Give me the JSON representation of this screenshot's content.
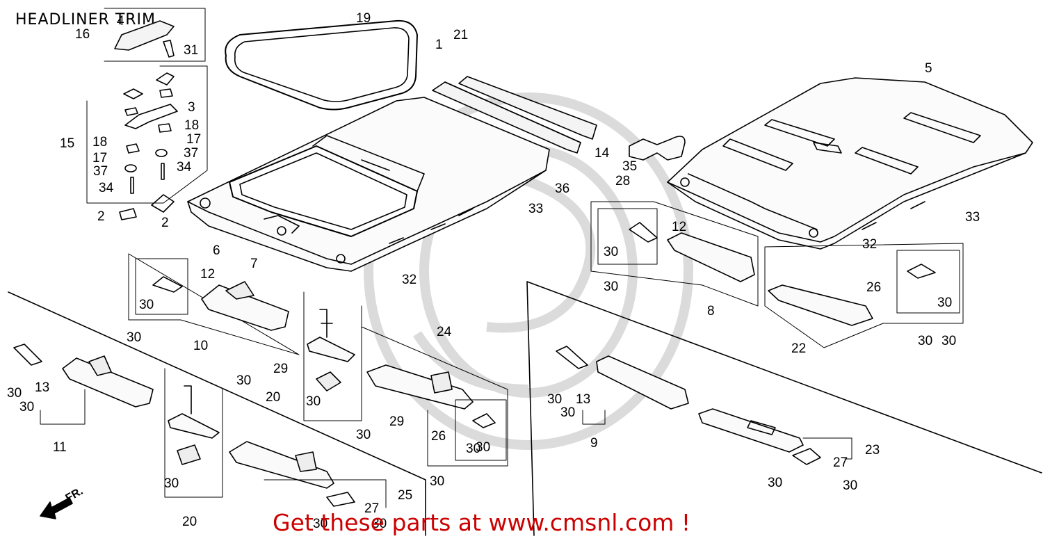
{
  "title": "HEADLINER TRIM",
  "banner": "Get these parts at www.cmsnl.com !",
  "fr_label": "FR.",
  "colors": {
    "ink": "#000000",
    "banner": "#cc0000",
    "watermark": "#c8c8c8"
  },
  "callouts": [
    {
      "id": "c16",
      "text": "16"
    },
    {
      "id": "c4",
      "text": "4"
    },
    {
      "id": "c31",
      "text": "31"
    },
    {
      "id": "c19",
      "text": "19"
    },
    {
      "id": "c1",
      "text": "1"
    },
    {
      "id": "c21",
      "text": "21"
    },
    {
      "id": "c5",
      "text": "5"
    },
    {
      "id": "c3",
      "text": "3"
    },
    {
      "id": "c15",
      "text": "15"
    },
    {
      "id": "c18a",
      "text": "18"
    },
    {
      "id": "c18b",
      "text": "18"
    },
    {
      "id": "c17a",
      "text": "17"
    },
    {
      "id": "c17b",
      "text": "17"
    },
    {
      "id": "c37a",
      "text": "37"
    },
    {
      "id": "c37b",
      "text": "37"
    },
    {
      "id": "c34a",
      "text": "34"
    },
    {
      "id": "c34b",
      "text": "34"
    },
    {
      "id": "c2a",
      "text": "2"
    },
    {
      "id": "c2b",
      "text": "2"
    },
    {
      "id": "c14",
      "text": "14"
    },
    {
      "id": "c35",
      "text": "35"
    },
    {
      "id": "c28",
      "text": "28"
    },
    {
      "id": "c36",
      "text": "36"
    },
    {
      "id": "c33a",
      "text": "33"
    },
    {
      "id": "c33b",
      "text": "33"
    },
    {
      "id": "c6",
      "text": "6"
    },
    {
      "id": "c7",
      "text": "7"
    },
    {
      "id": "c32a",
      "text": "32"
    },
    {
      "id": "c32b",
      "text": "32"
    },
    {
      "id": "c12a",
      "text": "12"
    },
    {
      "id": "c12b",
      "text": "12"
    },
    {
      "id": "c30a",
      "text": "30"
    },
    {
      "id": "c30b",
      "text": "30"
    },
    {
      "id": "c30c",
      "text": "30"
    },
    {
      "id": "c30d",
      "text": "30"
    },
    {
      "id": "c10",
      "text": "10"
    },
    {
      "id": "c29a",
      "text": "29"
    },
    {
      "id": "c30e",
      "text": "30"
    },
    {
      "id": "c30f",
      "text": "30"
    },
    {
      "id": "c13a",
      "text": "13"
    },
    {
      "id": "c30g",
      "text": "30"
    },
    {
      "id": "c11",
      "text": "11"
    },
    {
      "id": "c20a",
      "text": "20"
    },
    {
      "id": "c30h",
      "text": "30"
    },
    {
      "id": "c29b",
      "text": "29"
    },
    {
      "id": "c30i",
      "text": "30"
    },
    {
      "id": "c24",
      "text": "24"
    },
    {
      "id": "c26a",
      "text": "26"
    },
    {
      "id": "c30j",
      "text": "30"
    },
    {
      "id": "c30k",
      "text": "30"
    },
    {
      "id": "c30l",
      "text": "30"
    },
    {
      "id": "c25",
      "text": "25"
    },
    {
      "id": "c27a",
      "text": "27"
    },
    {
      "id": "c20b",
      "text": "20"
    },
    {
      "id": "c30m",
      "text": "30"
    },
    {
      "id": "c8",
      "text": "8"
    },
    {
      "id": "c26b",
      "text": "26"
    },
    {
      "id": "c30n",
      "text": "30"
    },
    {
      "id": "c22",
      "text": "22"
    },
    {
      "id": "c30o",
      "text": "30"
    },
    {
      "id": "c30p",
      "text": "30"
    },
    {
      "id": "c13b",
      "text": "13"
    },
    {
      "id": "c30q",
      "text": "30"
    },
    {
      "id": "c9",
      "text": "9"
    },
    {
      "id": "c23",
      "text": "23"
    },
    {
      "id": "c27b",
      "text": "27"
    },
    {
      "id": "c30r",
      "text": "30"
    },
    {
      "id": "c30s",
      "text": "30"
    },
    {
      "id": "c30t",
      "text": "30"
    },
    {
      "id": "c30u",
      "text": "30"
    },
    {
      "id": "c30v",
      "text": "30"
    }
  ]
}
